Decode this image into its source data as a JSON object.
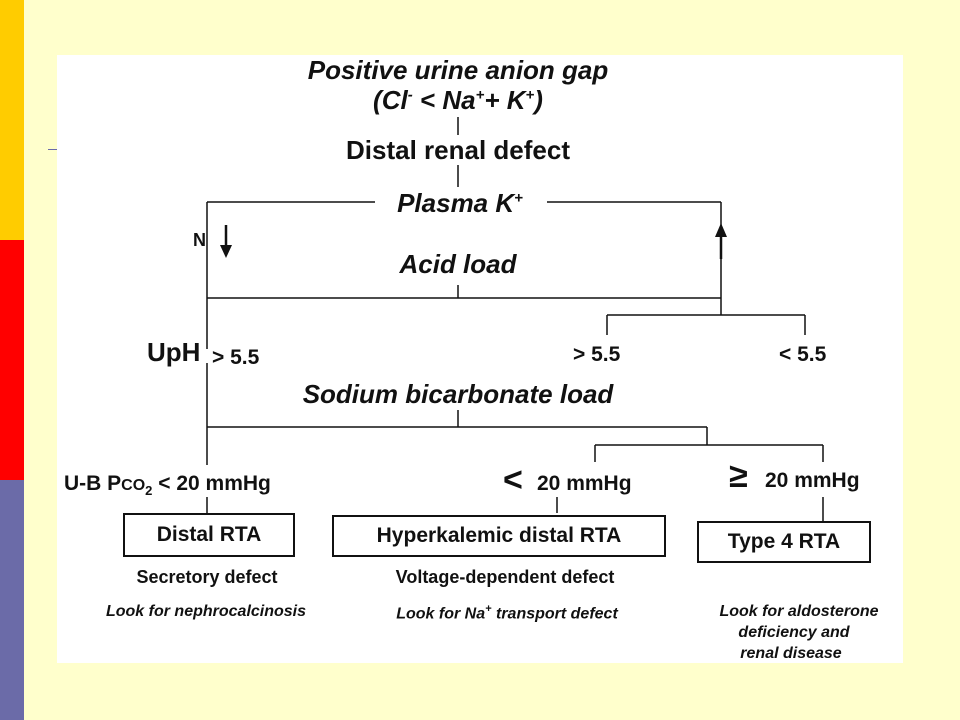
{
  "colors": {
    "background": "#FFFFCC",
    "bar_yellow": "#FFCC00",
    "bar_red": "#FF0000",
    "bar_purple": "#6B6BA8",
    "card": "#FFFFFF",
    "ink": "#111111"
  },
  "diagram": {
    "title_line1": "Positive urine anion gap",
    "title_line2": "(Cl",
    "title_line2_sup1": "-",
    "title_line2_mid": " < Na",
    "title_line2_sup2": "+",
    "title_line2_mid2": "+ K",
    "title_line2_sup3": "+",
    "title_line2_end": ")",
    "distal_renal_defect": "Distal renal defect",
    "plasma_k": "Plasma K",
    "plasma_k_sup": "+",
    "n_label": "N",
    "acid_load": "Acid load",
    "uph": "UpH",
    "uph_gt": "> 5.5",
    "right_gt": "> 5.5",
    "right_lt": "< 5.5",
    "sodium_bicarbonate_load": "Sodium bicarbonate load",
    "ub_pco2_prefix": "U-B P",
    "ub_pco2_co": "CO",
    "ub_pco2_sub": "2",
    "ub_pco2_suffix": " < 20 mmHg",
    "lt_symbol": "<",
    "mid_mmhg": "20 mmHg",
    "ge_symbol": "≥",
    "right_mmhg": "20 mmHg",
    "box_distal_rta": "Distal RTA",
    "box_hyperkalemic": "Hyperkalemic distal  RTA",
    "box_type4": "Type 4 RTA",
    "secretory_defect": "Secretory defect",
    "voltage_dependent_defect": "Voltage-dependent defect",
    "look_nephrocalcinosis": "Look for nephrocalcinosis",
    "look_na_prefix": "Look for Na",
    "look_na_sup": "+",
    "look_na_suffix": " transport defect",
    "look_aldosterone_1": "Look for aldosterone",
    "look_aldosterone_2": "deficiency and",
    "look_aldosterone_3": "renal disease"
  }
}
